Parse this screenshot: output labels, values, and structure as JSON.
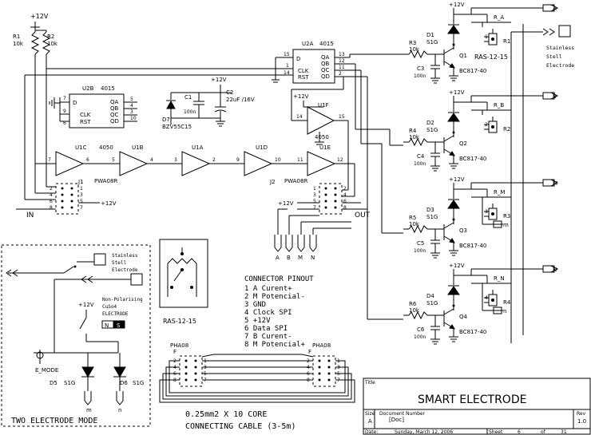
{
  "power": {
    "vcc_top": "+12V",
    "vcc_c2": "+12V",
    "vcc_u1f": "+12V",
    "vcc_j1": "+12V",
    "vcc_j2": "+12V",
    "vcc_mode": "+12V",
    "vcc_d1": "+12V",
    "vcc_d2": "+12V",
    "vcc_d3": "+12V",
    "vcc_d4": "+12V"
  },
  "resistors_top": [
    {
      "ref": "R1",
      "value": "10k"
    },
    {
      "ref": "R2",
      "value": "10k"
    }
  ],
  "u2a": {
    "ref": "U2A",
    "part": "4015",
    "pins": {
      "d": "D",
      "clk": "CLK",
      "rst": "RST",
      "qa": "QA",
      "qb": "QB",
      "qc": "QC",
      "qd": "QD"
    },
    "nums": {
      "d": "15",
      "clk": "1",
      "rst": "14",
      "qa": "13",
      "qb": "12",
      "qc": "11",
      "qd": "2"
    }
  },
  "u2b": {
    "ref": "U2B",
    "part": "4015",
    "pins": {
      "d": "D",
      "clk": "CLK",
      "rst": "RST",
      "qa": "QA",
      "qb": "QB",
      "qc": "QC",
      "qd": "QD"
    },
    "nums": {
      "d": "7",
      "clk": "9",
      "rst": "6",
      "qa": "5",
      "qb": "4",
      "qc": "3",
      "qd": "10"
    }
  },
  "c1": {
    "ref": "C1",
    "value": "100n"
  },
  "c2": {
    "ref": "C2",
    "value": "22uF /16V"
  },
  "d7": {
    "ref": "D7",
    "value": "BZV55C15"
  },
  "u1f": {
    "ref": "U1F",
    "part": "4050",
    "in": "14",
    "out": "15"
  },
  "buffers": {
    "part": "4050",
    "u1c": "U1C",
    "u1b": "U1B",
    "u1a": "U1A",
    "u1d": "U1D",
    "u1e": "U1E",
    "pins": [
      "7",
      "6",
      "5",
      "4",
      "3",
      "2",
      "9",
      "10",
      "11",
      "12"
    ]
  },
  "j1": {
    "ref": "J1",
    "part": "PWA08R",
    "label": "IN",
    "pins": [
      "2",
      "1",
      "4",
      "3",
      "6",
      "5",
      "8",
      "7"
    ]
  },
  "j2": {
    "ref": "J2",
    "part": "PWA08R",
    "label": "OUT",
    "pins": [
      "1",
      "2",
      "3",
      "4",
      "5",
      "6",
      "7",
      "8"
    ]
  },
  "probe_labels": [
    "A",
    "B",
    "M",
    "N"
  ],
  "relay_block": {
    "label": "RAS-12-15"
  },
  "relay_label": "RAS-12-15",
  "pinout": {
    "title": "CONNECTOR PINOUT",
    "lines": [
      "1 A Curent+",
      "2 M Potencial-",
      "3 GND",
      "4 Clock SPI",
      "5 +12V",
      "6 Data SPI",
      "7 B Curent-",
      "8 M Potencial+"
    ]
  },
  "channels": [
    {
      "d": "D1",
      "dtype": "S1G",
      "r": "R3",
      "rval": "10k",
      "c": "C3",
      "cval": "100n",
      "q": "Q1",
      "qtype": "BC817-40",
      "relay": "R1",
      "out": "A",
      "rnet": "R_A",
      "pin": "1"
    },
    {
      "d": "D2",
      "dtype": "S1G",
      "r": "R4",
      "rval": "10k",
      "c": "C4",
      "cval": "100n",
      "q": "Q2",
      "qtype": "BC817-40",
      "relay": "R2",
      "out": "B",
      "rnet": "R_B",
      "pin": "2"
    },
    {
      "d": "D3",
      "dtype": "S1G",
      "r": "R5",
      "rval": "10k",
      "c": "C5",
      "cval": "100n",
      "q": "Q3",
      "qtype": "BC817-40",
      "relay": "R3",
      "out": "M",
      "rnet": "R_M",
      "pin": "3",
      "tap": "m"
    },
    {
      "d": "D4",
      "dtype": "S1G",
      "r": "R6",
      "rval": "10k",
      "c": "C6",
      "cval": "100n",
      "q": "Q4",
      "qtype": "BC817-40",
      "relay": "R4",
      "out": "N",
      "rnet": "R_N",
      "pin": "4",
      "tap": "n"
    }
  ],
  "electrode_note": [
    "Stainless",
    "Stell",
    "Electrode"
  ],
  "mode_box": {
    "title": "TWO ELECTRODE MODE",
    "stainless": [
      "Stainless",
      "Stell",
      "Electrode"
    ],
    "nonpol": [
      "Non-Polarising",
      "CuSo4",
      "ELECTRODE"
    ],
    "ns": [
      "N",
      "S"
    ],
    "e_mode": "E_MODE",
    "d5": "D5",
    "d5t": "S1G",
    "d6": "D6",
    "d6t": "S1G",
    "m": "m",
    "n": "n"
  },
  "cable": {
    "left": "PHA08",
    "right": "PHA08",
    "f_left": "F",
    "f_right": "F",
    "line1": "0.25mm2 X 10 CORE",
    "line2": "CONNECTING CABLE (3-5m)",
    "lpins": [
      "1",
      "2",
      "3",
      "4",
      "5",
      "6",
      "7",
      "8"
    ],
    "rpins": [
      "2",
      "1",
      "4",
      "3",
      "6",
      "5",
      "8",
      "7"
    ]
  },
  "title_block": {
    "title_label": "Title",
    "title": "SMART ELECTRODE",
    "size_label": "Size",
    "size": "A",
    "docnum_label": "Document Number",
    "docnum": "[Doc]",
    "rev_label": "Rev",
    "rev": "1.0",
    "date_label": "Date:",
    "date": "Sunday, March 12, 2006",
    "sheet_label": "Sheet",
    "sheet": "6",
    "of_label": "of",
    "of": "31"
  }
}
